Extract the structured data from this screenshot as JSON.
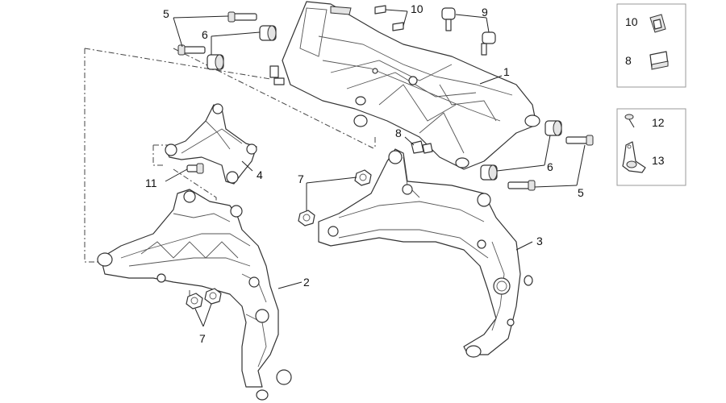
{
  "callouts": {
    "c1": "1",
    "c2": "2",
    "c3": "3",
    "c4": "4",
    "c5a": "5",
    "c5b": "5",
    "c6a": "6",
    "c6b": "6",
    "c7a": "7",
    "c7b": "7",
    "c8": "8",
    "c9": "9",
    "c10": "10",
    "c11": "11"
  },
  "inset_top": {
    "item_a": "10",
    "item_b": "8"
  },
  "inset_bottom": {
    "item_a": "12",
    "item_b": "13"
  }
}
